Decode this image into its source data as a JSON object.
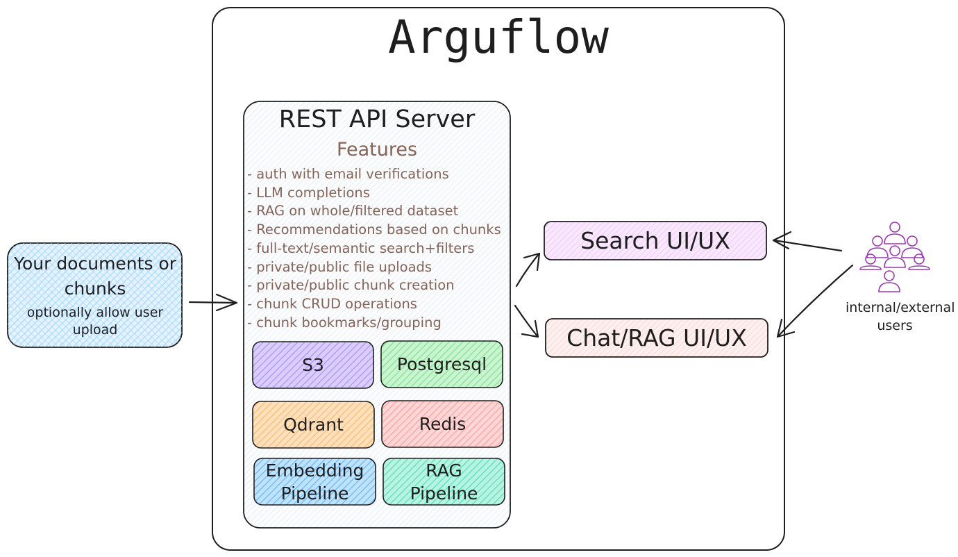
{
  "title": "Arguflow",
  "server": {
    "title": "REST API Server",
    "features_heading": "Features",
    "features": [
      "- auth with email verifications",
      "- LLM completions",
      "- RAG on whole/filtered dataset",
      "- Recommendations based on chunks",
      "- full-text/semantic search+filters",
      "- private/public file uploads",
      "- private/public chunk creation",
      "- chunk CRUD operations",
      "- chunk bookmarks/grouping"
    ],
    "components": {
      "s3": "S3",
      "postgresql": "Postgresql",
      "qdrant": "Qdrant",
      "redis": "Redis",
      "embedding_pipeline": "Embedding Pipeline",
      "rag_pipeline": "RAG Pipeline"
    }
  },
  "documents": {
    "title": "Your documents or chunks",
    "subtitle": "optionally allow user upload"
  },
  "search_ui": "Search UI/UX",
  "chat_ui": "Chat/RAG UI/UX",
  "users": {
    "label": "internal/external users",
    "icon": "users-group-icon"
  },
  "colors": {
    "stroke": "#1e1e1e",
    "feature_text": "#846358",
    "documents": "#a5d8ff",
    "s3": "#b197fc",
    "postgresql": "#8ce99a",
    "qdrant": "#ffc078",
    "redis": "#ffa8a8",
    "embedding": "#74c0fc",
    "rag": "#63e6be",
    "search_ui": "#eebefa",
    "chat_ui": "#ffc9c9",
    "users_icon": "#9c36b5"
  }
}
